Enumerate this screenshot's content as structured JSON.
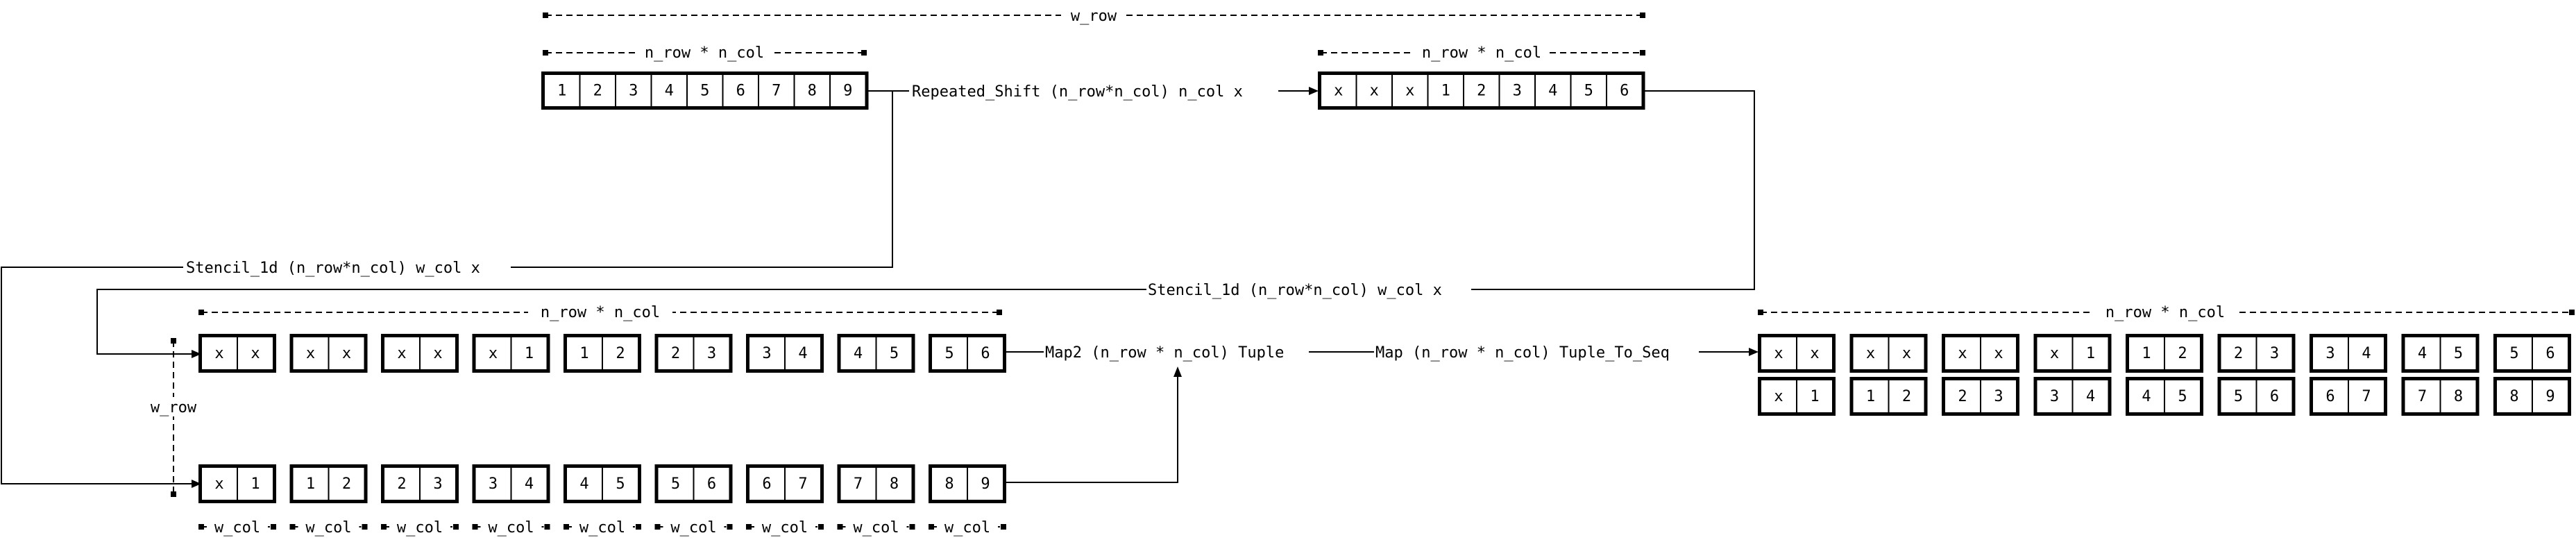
{
  "top_row": {
    "input_cells": [
      "1",
      "2",
      "3",
      "4",
      "5",
      "6",
      "7",
      "8",
      "9"
    ],
    "shifted_cells": [
      "x",
      "x",
      "x",
      "1",
      "2",
      "3",
      "4",
      "5",
      "6"
    ],
    "input_dim_label": "n_row * n_col",
    "shifted_dim_label": "n_row * n_col",
    "overall_dim_label": "w_row",
    "op_label": "Repeated_Shift (n_row*n_col) n_col x"
  },
  "stencils": {
    "left_label": "Stencil_1d (n_row*n_col) w_col x",
    "right_label": "Stencil_1d (n_row*n_col) w_col x"
  },
  "windows": {
    "upper": [
      [
        "x",
        "x"
      ],
      [
        "x",
        "x"
      ],
      [
        "x",
        "x"
      ],
      [
        "x",
        "1"
      ],
      [
        "1",
        "2"
      ],
      [
        "2",
        "3"
      ],
      [
        "3",
        "4"
      ],
      [
        "4",
        "5"
      ],
      [
        "5",
        "6"
      ]
    ],
    "lower": [
      [
        "x",
        "1"
      ],
      [
        "1",
        "2"
      ],
      [
        "2",
        "3"
      ],
      [
        "3",
        "4"
      ],
      [
        "4",
        "5"
      ],
      [
        "5",
        "6"
      ],
      [
        "6",
        "7"
      ],
      [
        "7",
        "8"
      ],
      [
        "8",
        "9"
      ]
    ],
    "upper_dim_label": "n_row * n_col",
    "row_dim_label": "w_row",
    "col_dim_label": "w_col"
  },
  "ops": {
    "map2_label": "Map2 (n_row * n_col) Tuple",
    "map_label": "Map (n_row * n_col) Tuple_To_Seq"
  },
  "output": {
    "pairs": [
      [
        [
          "x",
          "x"
        ],
        [
          "x",
          "1"
        ]
      ],
      [
        [
          "x",
          "x"
        ],
        [
          "1",
          "2"
        ]
      ],
      [
        [
          "x",
          "x"
        ],
        [
          "2",
          "3"
        ]
      ],
      [
        [
          "x",
          "1"
        ],
        [
          "3",
          "4"
        ]
      ],
      [
        [
          "1",
          "2"
        ],
        [
          "4",
          "5"
        ]
      ],
      [
        [
          "2",
          "3"
        ],
        [
          "5",
          "6"
        ]
      ],
      [
        [
          "3",
          "4"
        ],
        [
          "6",
          "7"
        ]
      ],
      [
        [
          "4",
          "5"
        ],
        [
          "7",
          "8"
        ]
      ],
      [
        [
          "5",
          "6"
        ],
        [
          "8",
          "9"
        ]
      ]
    ],
    "dim_label": "n_row * n_col"
  }
}
